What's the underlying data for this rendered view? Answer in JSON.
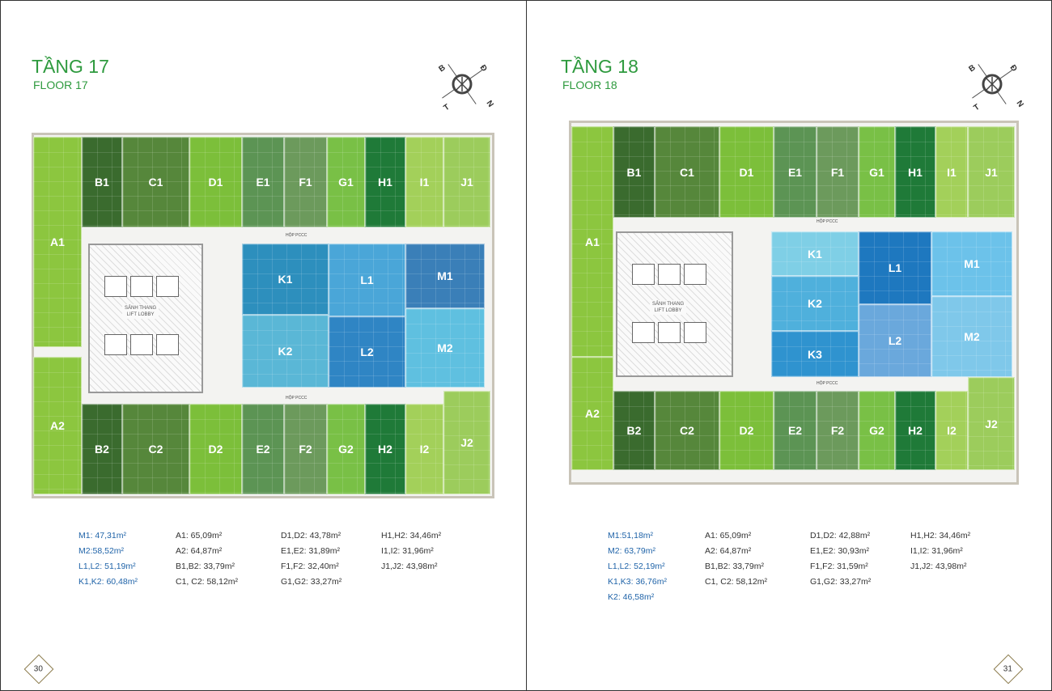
{
  "pages": [
    {
      "title": "TẦNG 17",
      "subtitle": "FLOOR 17",
      "page_number": "30",
      "lobby": [
        "SẢNH THANG",
        "LIFT LOBBY"
      ],
      "fire_box": "HỘP PCCC",
      "units": [
        {
          "label": "A1",
          "color": "#8cc63f"
        },
        {
          "label": "B1",
          "color": "#3a6b2e"
        },
        {
          "label": "C1",
          "color": "#56873b"
        },
        {
          "label": "D1",
          "color": "#7cbf3a"
        },
        {
          "label": "E1",
          "color": "#5c9454"
        },
        {
          "label": "F1",
          "color": "#6c9a5c"
        },
        {
          "label": "G1",
          "color": "#79c046"
        },
        {
          "label": "H1",
          "color": "#1f7a38"
        },
        {
          "label": "I1",
          "color": "#a3d05a"
        },
        {
          "label": "J1",
          "color": "#9ccc5c"
        },
        {
          "label": "K1",
          "color": "#2d8fbd"
        },
        {
          "label": "L1",
          "color": "#4aa6d8"
        },
        {
          "label": "M1",
          "color": "#3a7fb8"
        },
        {
          "label": "K2",
          "color": "#5ab7d6"
        },
        {
          "label": "L2",
          "color": "#2f85c4"
        },
        {
          "label": "M2",
          "color": "#5fc0e0"
        },
        {
          "label": "A2",
          "color": "#8cc63f"
        },
        {
          "label": "B2",
          "color": "#3a6b2e"
        },
        {
          "label": "C2",
          "color": "#56873b"
        },
        {
          "label": "D2",
          "color": "#7cbf3a"
        },
        {
          "label": "E2",
          "color": "#5c9454"
        },
        {
          "label": "F2",
          "color": "#6c9a5c"
        },
        {
          "label": "G2",
          "color": "#79c046"
        },
        {
          "label": "H2",
          "color": "#1f7a38"
        },
        {
          "label": "I2",
          "color": "#a3d05a"
        },
        {
          "label": "J2",
          "color": "#9ccc5c"
        }
      ],
      "legend": [
        [
          "M1: 47,31m²",
          "M2:58,52m²",
          "L1,L2: 51,19m²",
          "K1,K2: 60,48m²"
        ],
        [
          "A1: 65,09m²",
          "A2: 64,87m²",
          "B1,B2: 33,79m²",
          "C1, C2: 58,12m²"
        ],
        [
          "D1,D2: 43,78m²",
          "E1,E2: 31,89m²",
          "F1,F2: 32,40m²",
          "G1,G2: 33,27m²"
        ],
        [
          "H1,H2: 34,46m²",
          "I1,I2: 31,96m²",
          "J1,J2: 43,98m²"
        ]
      ]
    },
    {
      "title": "TẦNG 18",
      "subtitle": "FLOOR 18",
      "page_number": "31",
      "lobby": [
        "SẢNH THANG",
        "LIFT LOBBY"
      ],
      "fire_box": "HỘP PCCC",
      "units": [
        {
          "label": "A1",
          "color": "#8cc63f"
        },
        {
          "label": "B1",
          "color": "#3a6b2e"
        },
        {
          "label": "C1",
          "color": "#56873b"
        },
        {
          "label": "D1",
          "color": "#7cbf3a"
        },
        {
          "label": "E1",
          "color": "#5c9454"
        },
        {
          "label": "F1",
          "color": "#6c9a5c"
        },
        {
          "label": "G1",
          "color": "#79c046"
        },
        {
          "label": "H1",
          "color": "#1f7a38"
        },
        {
          "label": "I1",
          "color": "#a3d05a"
        },
        {
          "label": "J1",
          "color": "#9ccc5c"
        },
        {
          "label": "K1",
          "color": "#7fcfe6"
        },
        {
          "label": "K2",
          "color": "#4fb0dc"
        },
        {
          "label": "K3",
          "color": "#2f93cf"
        },
        {
          "label": "L1",
          "color": "#1e78bf"
        },
        {
          "label": "L2",
          "color": "#6aa8dc"
        },
        {
          "label": "M1",
          "color": "#6cc2ea"
        },
        {
          "label": "M2",
          "color": "#7fc8ea"
        },
        {
          "label": "A2",
          "color": "#8cc63f"
        },
        {
          "label": "B2",
          "color": "#3a6b2e"
        },
        {
          "label": "C2",
          "color": "#56873b"
        },
        {
          "label": "D2",
          "color": "#7cbf3a"
        },
        {
          "label": "E2",
          "color": "#5c9454"
        },
        {
          "label": "F2",
          "color": "#6c9a5c"
        },
        {
          "label": "G2",
          "color": "#79c046"
        },
        {
          "label": "H2",
          "color": "#1f7a38"
        },
        {
          "label": "I2",
          "color": "#a3d05a"
        },
        {
          "label": "J2",
          "color": "#9ccc5c"
        }
      ],
      "legend": [
        [
          "M1:51,18m²",
          "M2: 63,79m²",
          "L1,L2: 52,19m²",
          "K1,K3: 36,76m²",
          "K2: 46,58m²"
        ],
        [
          "A1: 65,09m²",
          "A2: 64,87m²",
          "B1,B2: 33,79m²",
          "C1, C2: 58,12m²"
        ],
        [
          "D1,D2: 42,88m²",
          "E1,E2: 30,93m²",
          "F1,F2: 31,59m²",
          "G1,G2: 33,27m²"
        ],
        [
          "H1,H2: 34,46m²",
          "I1,I2: 31,96m²",
          "J1,J2: 43,98m²"
        ]
      ]
    }
  ],
  "compass": {
    "letters": [
      "B",
      "Đ",
      "N",
      "T"
    ]
  }
}
